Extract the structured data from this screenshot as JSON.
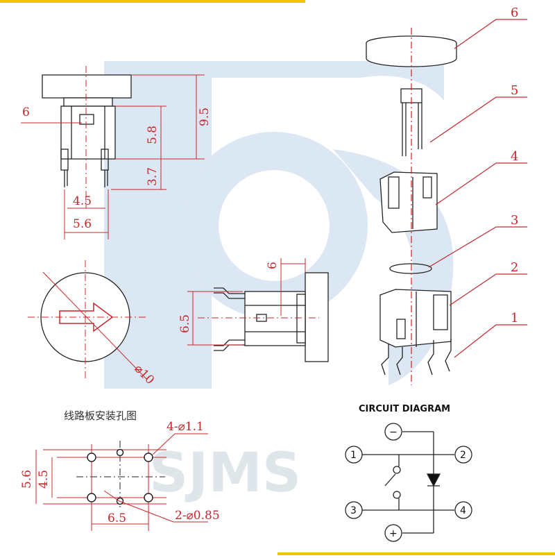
{
  "colors": {
    "dimension_red": "#c8262b",
    "watermark_blue": "#dbe7f2",
    "watermark_gray": "#dfe6ea",
    "outline": "#222222",
    "accent_yellow": "#f2c300"
  },
  "watermark": {
    "text": "SJMS"
  },
  "side_view": {
    "dim_6": "6",
    "dim_9_5": "9.5",
    "dim_5_8": "5.8",
    "dim_3_7": "3.7",
    "dim_4_5": "4.5",
    "dim_5_6": "5.6"
  },
  "front_view": {
    "dim_dia10": "⌀10"
  },
  "bottom_side_view": {
    "dim_6": "6",
    "dim_6_5": "6.5"
  },
  "exploded_view": {
    "parts": [
      {
        "number": "6"
      },
      {
        "number": "5"
      },
      {
        "number": "4"
      },
      {
        "number": "3"
      },
      {
        "number": "2"
      },
      {
        "number": "1"
      }
    ]
  },
  "pcb_layout": {
    "title": "线路板安装孔图",
    "dim_hole_large": "4-⌀1.1",
    "dim_hole_small": "2-⌀0.85",
    "dim_5_6": "5.6",
    "dim_4_5": "4.5",
    "dim_6_5": "6.5"
  },
  "circuit": {
    "title": "CIRCUIT DIAGRAM",
    "pins": [
      "1",
      "2",
      "3",
      "4"
    ],
    "minus": "−",
    "plus": "+"
  }
}
